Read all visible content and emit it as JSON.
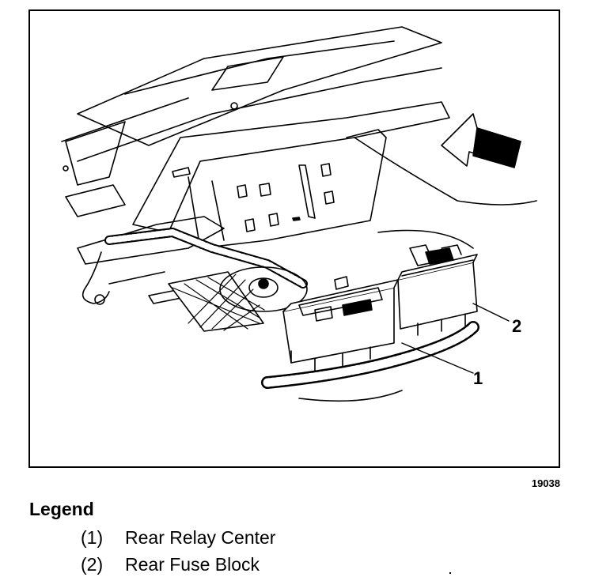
{
  "figure": {
    "id": "19038",
    "callouts": [
      {
        "number": "1",
        "target": "rear-relay-center"
      },
      {
        "number": "2",
        "target": "rear-fuse-block"
      }
    ]
  },
  "legend": {
    "title": "Legend",
    "items": [
      {
        "num": "(1)",
        "label": "Rear Relay Center"
      },
      {
        "num": "(2)",
        "label": "Rear Fuse Block"
      }
    ]
  },
  "colors": {
    "ink": "#000000",
    "paper": "#ffffff"
  }
}
